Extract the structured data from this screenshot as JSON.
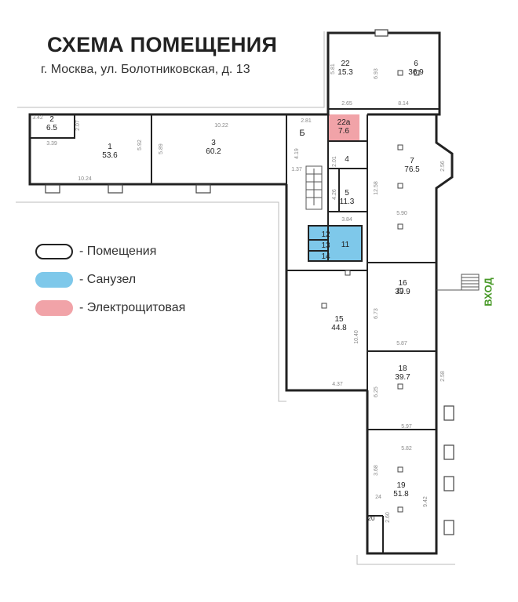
{
  "header": {
    "title": "СХЕМА ПОМЕЩЕНИЯ",
    "address": "г. Москва, ул. Болотниковская, д. 13"
  },
  "legend": [
    {
      "label": "- Помещения",
      "color": "#ffffff"
    },
    {
      "label": "- Санузел",
      "color": "#7ec8ea"
    },
    {
      "label": "- Электрощитовая",
      "color": "#f1a3a8"
    }
  ],
  "entrance_label": "ВХОД",
  "colors": {
    "wall": "#222222",
    "bathroom": "#7ec8ea",
    "electrical": "#f1a3a8",
    "dim": "#888888",
    "entrance": "#4a9a2a"
  },
  "rooms": {
    "r1": {
      "number": "1",
      "area": "53.6"
    },
    "r2": {
      "number": "2",
      "area": "6.5"
    },
    "r3": {
      "number": "3",
      "area": "60.2"
    },
    "rB": {
      "number": "Б"
    },
    "r4": {
      "number": "4"
    },
    "r5": {
      "number": "5",
      "area": "11.3"
    },
    "r6": {
      "number": "6",
      "area": "36.9"
    },
    "r7": {
      "number": "7",
      "area": "76.5"
    },
    "r11": {
      "number": "11"
    },
    "r12": {
      "number": "12"
    },
    "r13": {
      "number": "13"
    },
    "r14": {
      "number": "14"
    },
    "r15": {
      "number": "15",
      "area": "44.8"
    },
    "r16": {
      "number": "16",
      "area": "39.9"
    },
    "r18": {
      "number": "18",
      "area": "39.7"
    },
    "r19": {
      "number": "19",
      "area": "51.8"
    },
    "r20": {
      "number": "20"
    },
    "r22": {
      "number": "22",
      "area": "15.3"
    },
    "r22a": {
      "number": "22а",
      "area": "7.6"
    }
  },
  "dimensions": {
    "d1": "3.42",
    "d2": "2.07",
    "d3": "3.39",
    "d4": "5.92",
    "d5": "10.24",
    "d6": "5.89",
    "d7": "10.22",
    "d8": "2.81",
    "d9": "4.19",
    "d10": "1.37",
    "d11": "5.81",
    "d12": "6.93",
    "d13": "2.65",
    "d14": "8.14",
    "d15": "2.01",
    "d16": "4.26",
    "d17": "12.58",
    "d18": "2.56",
    "d19": "5.90",
    "d20": "3.84",
    "d21": "6.73",
    "d22": "10.40",
    "d23": "5.87",
    "d24": "4.37",
    "d25": "2.58",
    "d26": "6.25",
    "d27": "5.97",
    "d28": "5.82",
    "d29": "3.68",
    "d30": "9.42",
    "d31": "2.60",
    "d32": "24"
  }
}
